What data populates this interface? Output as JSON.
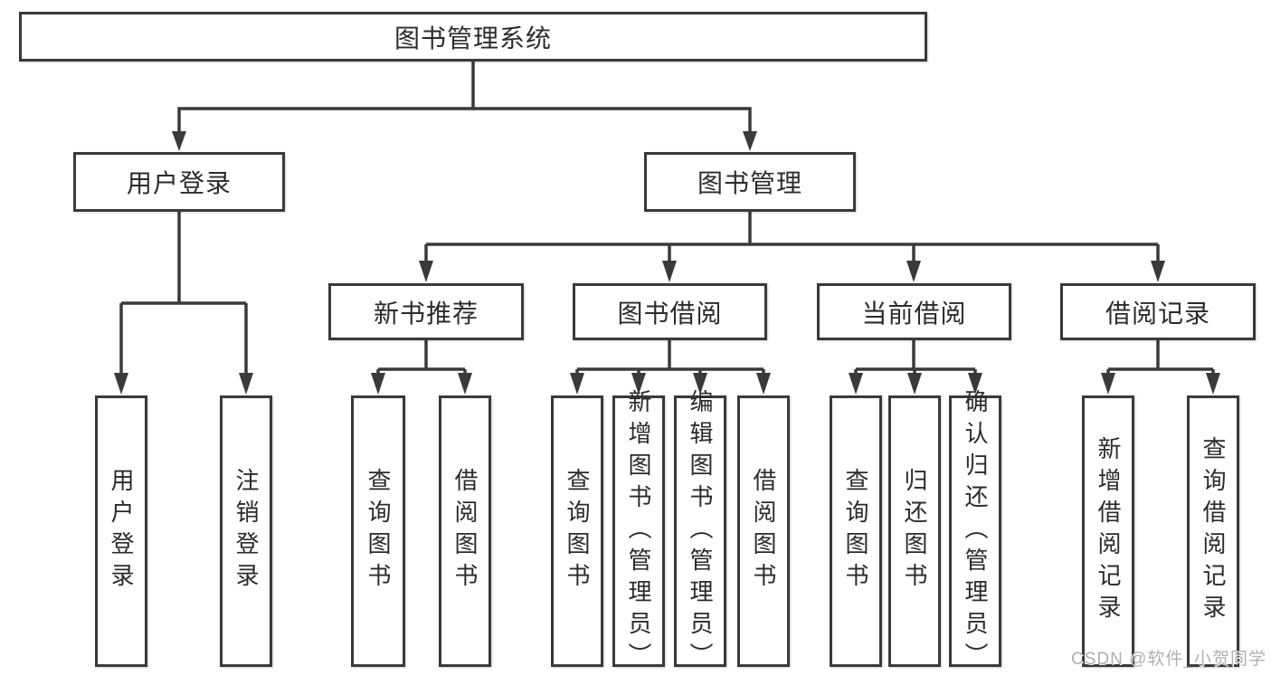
{
  "diagram": {
    "root": "图书管理系统",
    "level2": {
      "user_login": "用户登录",
      "book_management": "图书管理"
    },
    "level3": {
      "new_book_recommend": "新书推荐",
      "book_borrowing": "图书借阅",
      "current_borrowing": "当前借阅",
      "borrowing_records": "借阅记录"
    },
    "leaves": {
      "user_login": [
        "用户登录",
        "注销登录"
      ],
      "new_book_recommend": [
        "查询图书",
        "借阅图书"
      ],
      "book_borrowing": [
        "查询图书",
        "新增图书（管理员）",
        "编辑图书（管理员）",
        "借阅图书"
      ],
      "current_borrowing": [
        "查询图书",
        "归还图书",
        "确认归还（管理员）"
      ],
      "borrowing_records": [
        "新增借阅记录",
        "查询借阅记录"
      ]
    }
  },
  "watermark": "CSDN @软件_小贺同学",
  "colors": {
    "line": "#3a3a3a",
    "text": "#2b2b2b",
    "background": "#ffffff",
    "watermark_text": "#b0b0b0"
  }
}
